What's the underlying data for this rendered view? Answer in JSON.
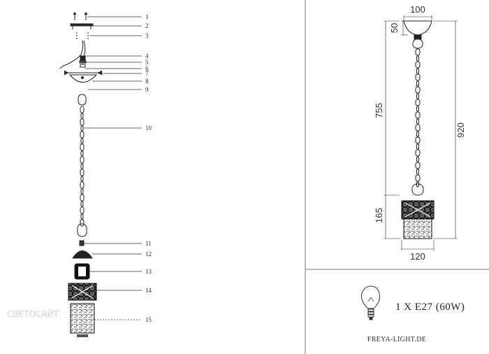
{
  "parts": [
    "1",
    "2",
    "3",
    "4",
    "5",
    "6",
    "7",
    "8",
    "9",
    "10",
    "11",
    "12",
    "13",
    "14",
    "15"
  ],
  "dimensions": {
    "canopy_width": "100",
    "canopy_height": "50",
    "chain_length": "755",
    "total_height": "920",
    "shade_height": "165",
    "shade_width": "120"
  },
  "bulb_spec": "1 X E27 (60W)",
  "website": "FREYA-LIGHT.DE",
  "watermark": "СВЕТОСАЙТ",
  "colors": {
    "line": "#333333",
    "ink": "#111111",
    "panel": "#777777"
  }
}
